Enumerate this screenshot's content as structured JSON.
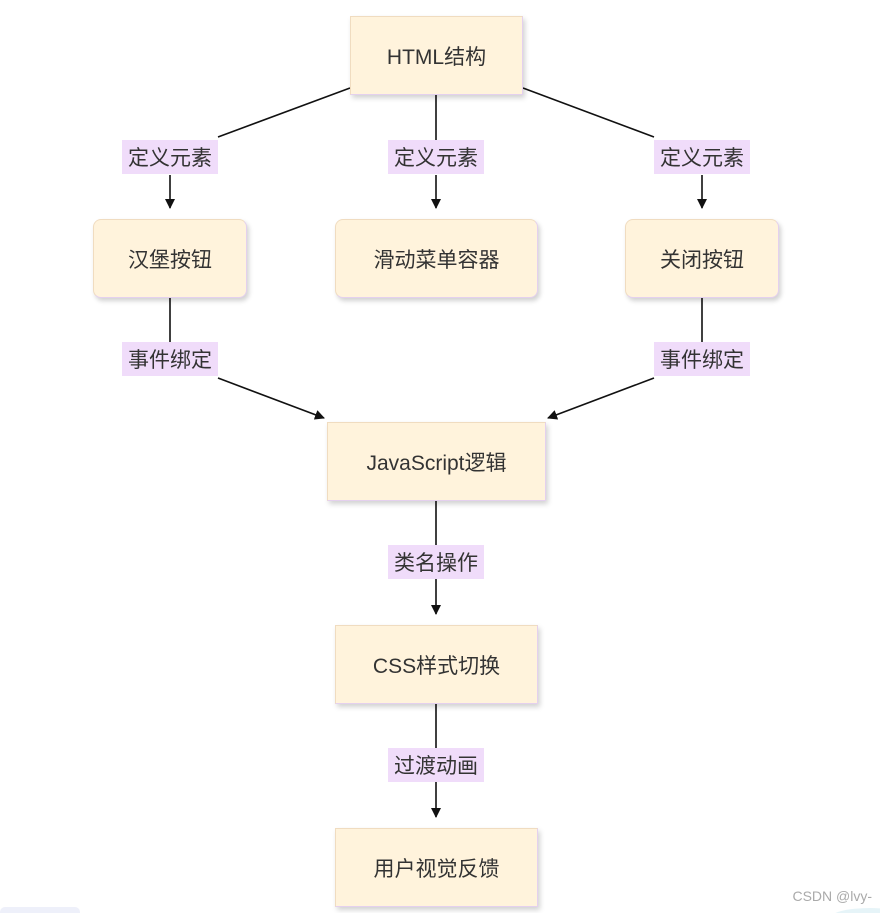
{
  "nodes": {
    "html": "HTML结构",
    "hamburger": "汉堡按钮",
    "menu": "滑动菜单容器",
    "close": "关闭按钮",
    "js": "JavaScript逻辑",
    "css": "CSS样式切换",
    "feedback": "用户视觉反馈"
  },
  "edges": {
    "define1": "定义元素",
    "define2": "定义元素",
    "define3": "定义元素",
    "bind1": "事件绑定",
    "bind2": "事件绑定",
    "classop": "类名操作",
    "transition": "过渡动画"
  },
  "watermark": "CSDN @lvy-",
  "colors": {
    "node_fill": "#fff3dc",
    "label_fill": "#f0dcfa",
    "edge": "#111111"
  }
}
